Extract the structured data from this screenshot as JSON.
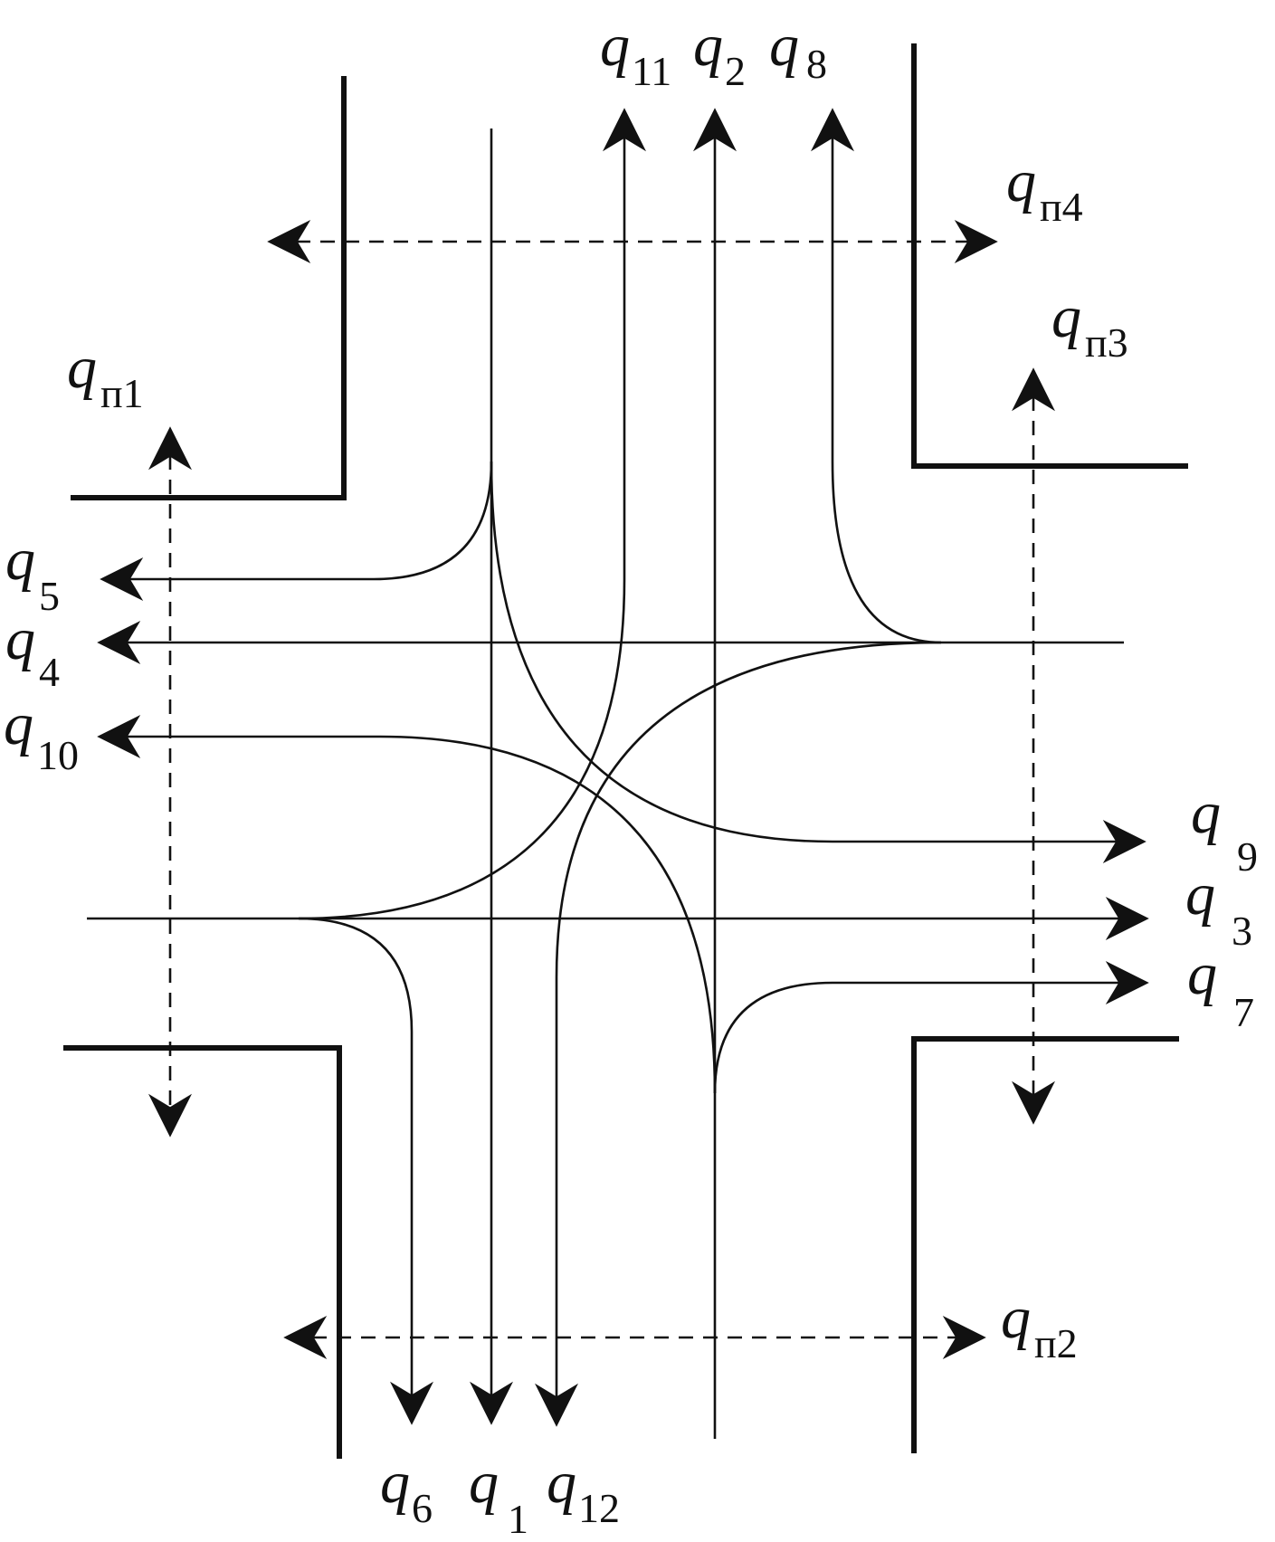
{
  "diagram": {
    "labels": {
      "q11": {
        "letter": "q",
        "sub": "11"
      },
      "q2": {
        "letter": "q",
        "sub": "2"
      },
      "q8": {
        "letter": "q",
        "sub": "8"
      },
      "qp4": {
        "letter": "q",
        "sub": "п4"
      },
      "qp3": {
        "letter": "q",
        "sub": "п3"
      },
      "qp1": {
        "letter": "q",
        "sub": "п1"
      },
      "q5": {
        "letter": "q",
        "sub": "5"
      },
      "q4": {
        "letter": "q",
        "sub": "4"
      },
      "q10": {
        "letter": "q",
        "sub": "10"
      },
      "q9": {
        "letter": "q",
        "sub": "9"
      },
      "q3": {
        "letter": "q",
        "sub": "3"
      },
      "q7": {
        "letter": "q",
        "sub": "7"
      },
      "qp2": {
        "letter": "q",
        "sub": "п2"
      },
      "q6": {
        "letter": "q",
        "sub": "6"
      },
      "q1": {
        "letter": "q",
        "sub": "1"
      },
      "q12": {
        "letter": "q",
        "sub": "12"
      }
    }
  }
}
